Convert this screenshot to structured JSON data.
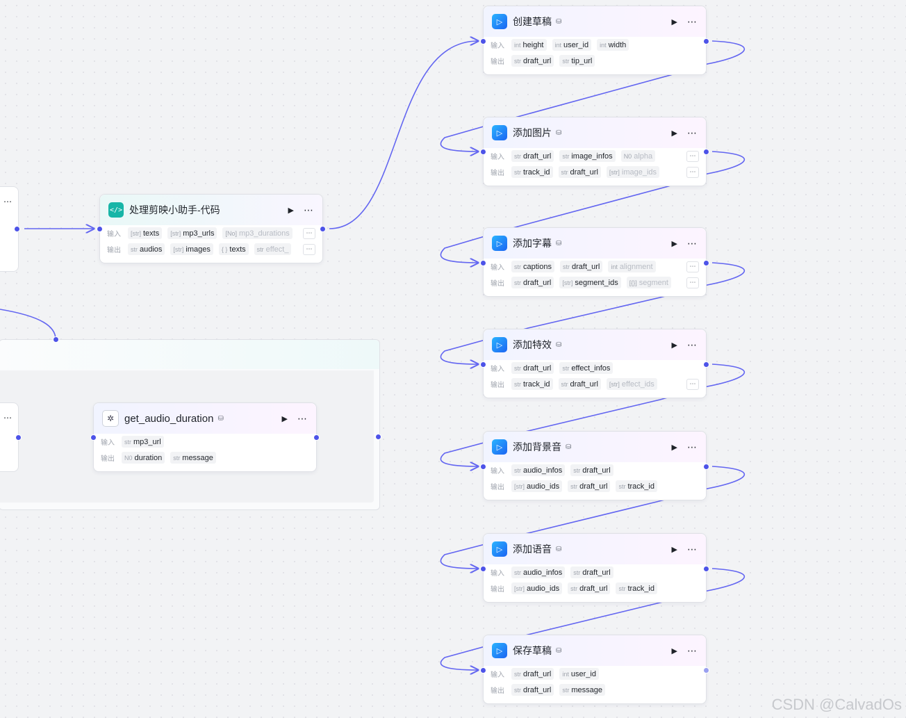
{
  "row_labels": {
    "input": "输入",
    "output": "输出"
  },
  "plugin_badge": "⛁",
  "nodes": {
    "code": {
      "title": "处理剪映小助手-代码",
      "inputs": [
        {
          "type": "[str]",
          "name": "texts"
        },
        {
          "type": "[str]",
          "name": "mp3_urls"
        },
        {
          "type": "[No]",
          "name": "mp3_durations"
        }
      ],
      "outputs": [
        {
          "type": "str",
          "name": "audios"
        },
        {
          "type": "[str]",
          "name": "images"
        },
        {
          "type": "{ }",
          "name": "texts"
        },
        {
          "type": "str",
          "name": "effect_"
        }
      ]
    },
    "audio": {
      "title": "get_audio_duration",
      "inputs": [
        {
          "type": "str",
          "name": "mp3_url"
        }
      ],
      "outputs": [
        {
          "type": "N0",
          "name": "duration"
        },
        {
          "type": "str",
          "name": "message"
        }
      ]
    },
    "create_draft": {
      "title": "创建草稿",
      "inputs": [
        {
          "type": "int",
          "name": "height"
        },
        {
          "type": "int",
          "name": "user_id"
        },
        {
          "type": "int",
          "name": "width"
        }
      ],
      "outputs": [
        {
          "type": "str",
          "name": "draft_url"
        },
        {
          "type": "str",
          "name": "tip_url"
        }
      ]
    },
    "add_images": {
      "title": "添加图片",
      "inputs": [
        {
          "type": "str",
          "name": "draft_url"
        },
        {
          "type": "str",
          "name": "image_infos"
        },
        {
          "type": "N0",
          "name": "alpha"
        }
      ],
      "outputs": [
        {
          "type": "str",
          "name": "track_id"
        },
        {
          "type": "str",
          "name": "draft_url"
        },
        {
          "type": "[str]",
          "name": "image_ids"
        }
      ]
    },
    "add_captions": {
      "title": "添加字幕",
      "inputs": [
        {
          "type": "str",
          "name": "captions"
        },
        {
          "type": "str",
          "name": "draft_url"
        },
        {
          "type": "int",
          "name": "alignment"
        }
      ],
      "outputs": [
        {
          "type": "str",
          "name": "draft_url"
        },
        {
          "type": "[str]",
          "name": "segment_ids"
        },
        {
          "type": "[{}]",
          "name": "segment"
        }
      ]
    },
    "add_effects": {
      "title": "添加特效",
      "inputs": [
        {
          "type": "str",
          "name": "draft_url"
        },
        {
          "type": "str",
          "name": "effect_infos"
        }
      ],
      "outputs": [
        {
          "type": "str",
          "name": "track_id"
        },
        {
          "type": "str",
          "name": "draft_url"
        },
        {
          "type": "[str]",
          "name": "effect_ids"
        }
      ]
    },
    "add_bgm": {
      "title": "添加背景音",
      "inputs": [
        {
          "type": "str",
          "name": "audio_infos"
        },
        {
          "type": "str",
          "name": "draft_url"
        }
      ],
      "outputs": [
        {
          "type": "[str]",
          "name": "audio_ids"
        },
        {
          "type": "str",
          "name": "draft_url"
        },
        {
          "type": "str",
          "name": "track_id"
        }
      ]
    },
    "add_voice": {
      "title": "添加语音",
      "inputs": [
        {
          "type": "str",
          "name": "audio_infos"
        },
        {
          "type": "str",
          "name": "draft_url"
        }
      ],
      "outputs": [
        {
          "type": "[str]",
          "name": "audio_ids"
        },
        {
          "type": "str",
          "name": "draft_url"
        },
        {
          "type": "str",
          "name": "track_id"
        }
      ]
    },
    "save_draft": {
      "title": "保存草稿",
      "inputs": [
        {
          "type": "str",
          "name": "draft_url"
        },
        {
          "type": "int",
          "name": "user_id"
        }
      ],
      "outputs": [
        {
          "type": "str",
          "name": "draft_url"
        },
        {
          "type": "str",
          "name": "message"
        }
      ]
    }
  },
  "icons": {
    "run": "run-icon",
    "more": "more-icon",
    "jianying": "jianying-plugin-icon",
    "code": "code-icon",
    "plugin": "openai-plugin-icon"
  },
  "colors": {
    "edge": "#6366f1",
    "handle": "#4d53e8"
  },
  "watermark": "CSDN @CalvadOs"
}
